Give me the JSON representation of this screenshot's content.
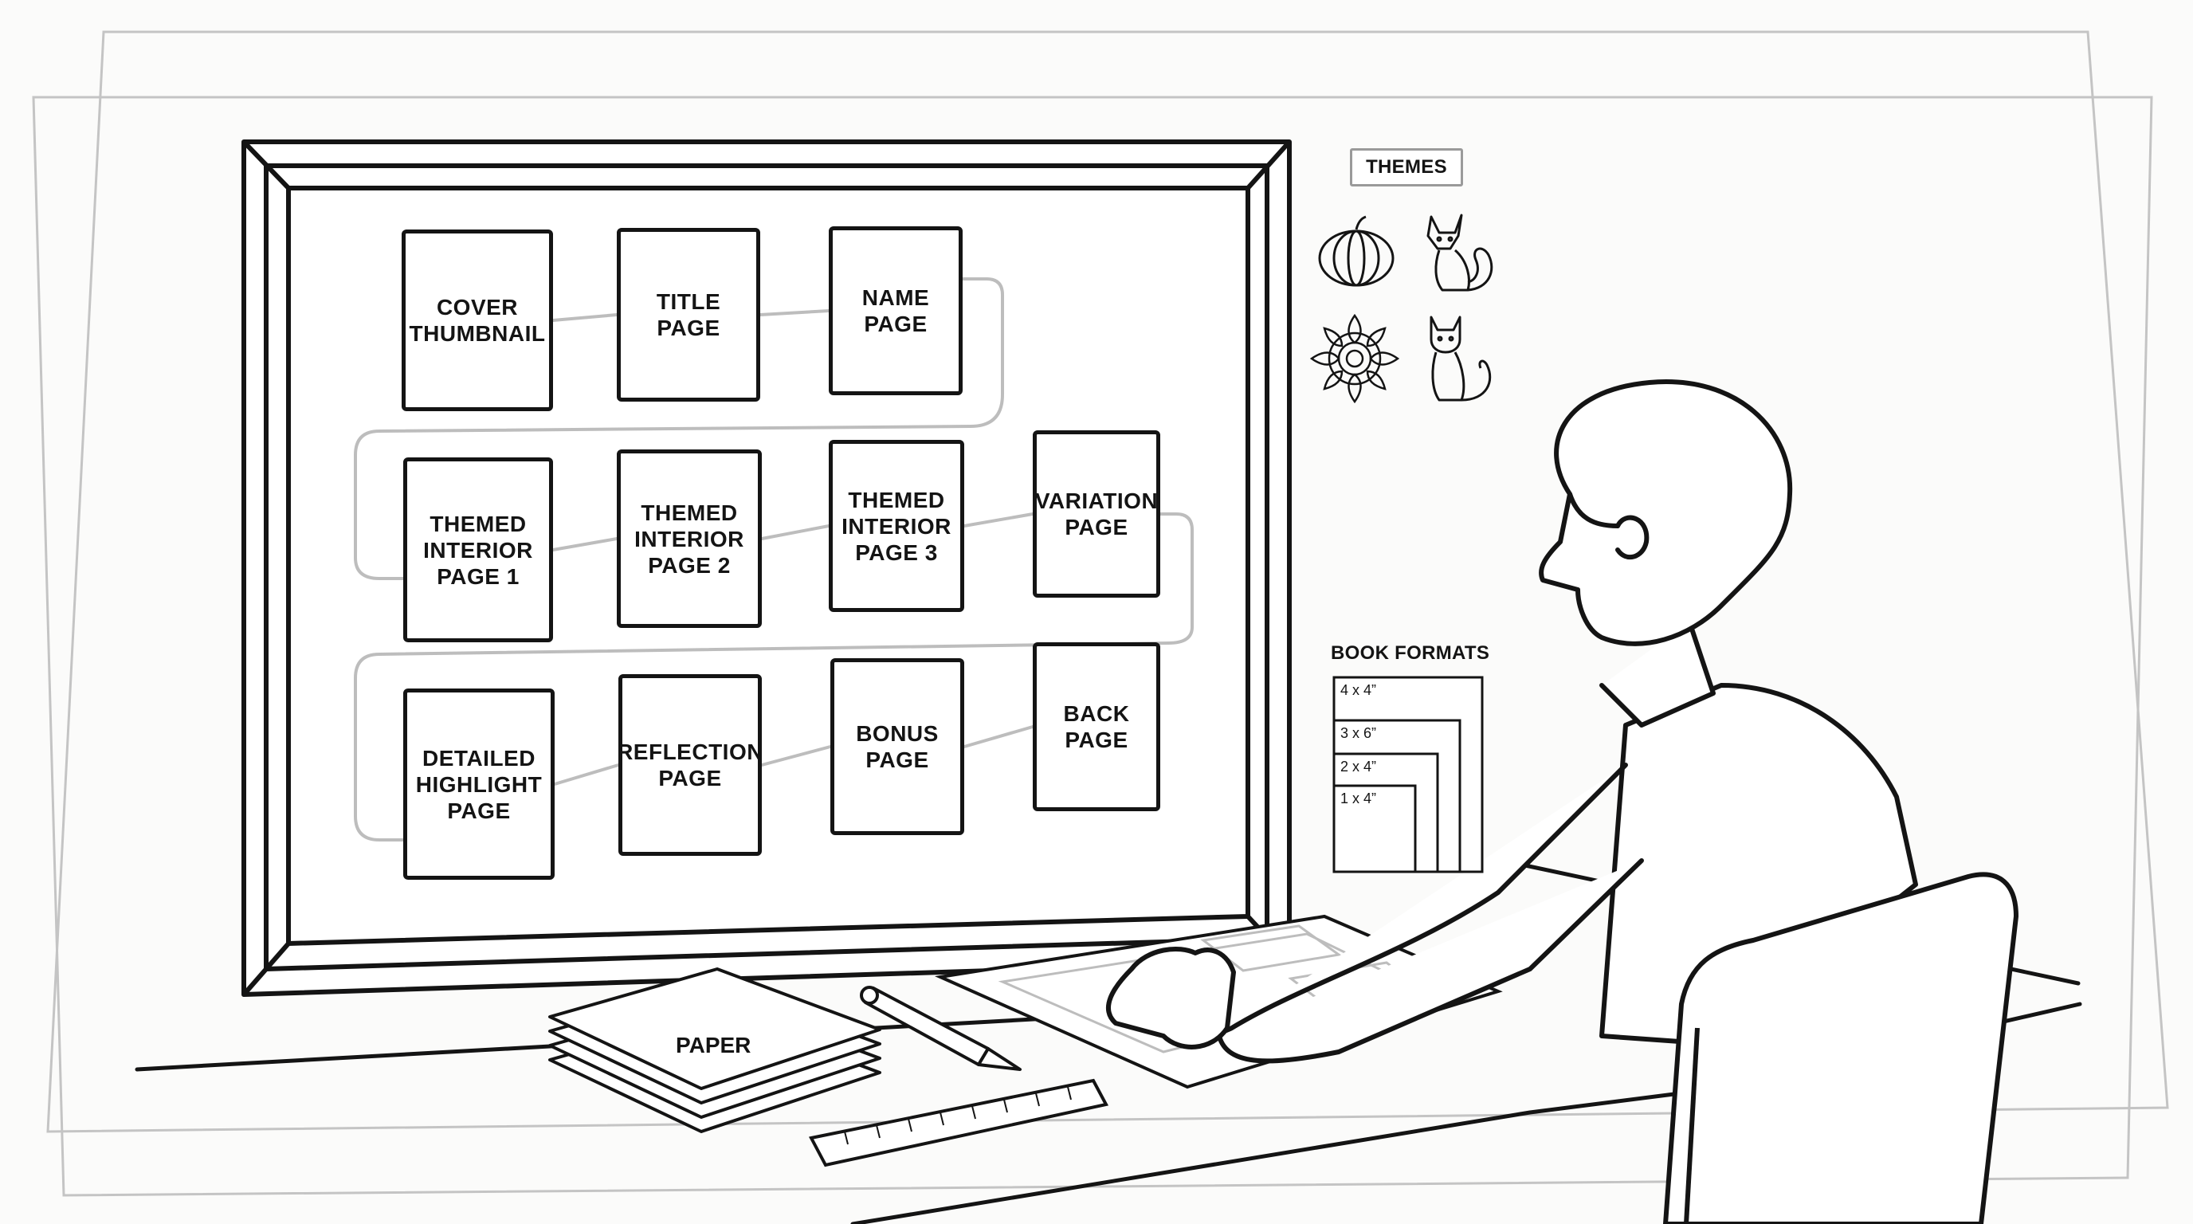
{
  "layout_cards": [
    {
      "id": "cover-thumbnail",
      "lines": [
        "COVER",
        "THUMBNAIL"
      ]
    },
    {
      "id": "title-page",
      "lines": [
        "TITLE",
        "PAGE"
      ]
    },
    {
      "id": "name-page",
      "lines": [
        "NAME",
        "PAGE"
      ]
    },
    {
      "id": "themed-interior-page-1",
      "lines": [
        "THEMED",
        "INTERIOR",
        "PAGE 1"
      ]
    },
    {
      "id": "themed-interior-page-2",
      "lines": [
        "THEMED",
        "INTERIOR",
        "PAGE 2"
      ]
    },
    {
      "id": "themed-interior-page-3",
      "lines": [
        "THEMED",
        "INTERIOR",
        "PAGE 3"
      ]
    },
    {
      "id": "variation-page",
      "lines": [
        "VARIATION",
        "PAGE"
      ]
    },
    {
      "id": "detailed-highlight-page",
      "lines": [
        "DETAILED",
        "HIGHLIGHT",
        "PAGE"
      ]
    },
    {
      "id": "reflection-page",
      "lines": [
        "REFLECTION",
        "PAGE"
      ]
    },
    {
      "id": "bonus-page",
      "lines": [
        "BONUS",
        "PAGE"
      ]
    },
    {
      "id": "back-page",
      "lines": [
        "BACK",
        "PAGE"
      ]
    }
  ],
  "themes": {
    "label": "THEMES",
    "icons": [
      "pumpkin-icon",
      "fox-icon",
      "mandala-icon",
      "cat-icon"
    ]
  },
  "book_formats": {
    "title": "BOOK FORMATS",
    "sizes": [
      "4 x 4”",
      "3 x 6”",
      "2 x 4”",
      "1 x 4”"
    ]
  },
  "desk": {
    "paper_label": "PAPER"
  },
  "colors": {
    "ink": "#141414",
    "connector": "#bdbdbd",
    "frame": "#c4c4c4",
    "background": "#fbfbfa"
  }
}
